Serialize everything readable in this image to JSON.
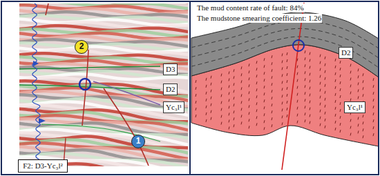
{
  "diagram": {
    "nodes": [
      {
        "text": [
          "2"
        ]
      },
      {
        "text": [
          "1"
        ]
      },
      {
        "text": [
          "F2: D3-Yc₃l²"
        ]
      }
    ],
    "labels": [
      "D3",
      "D2",
      "Yc₃l¹",
      "The mud content rate of fault: 84%",
      "The mudstone smearing coefficient: 1.26",
      "D2",
      "Yc₃l¹"
    ]
  }
}
